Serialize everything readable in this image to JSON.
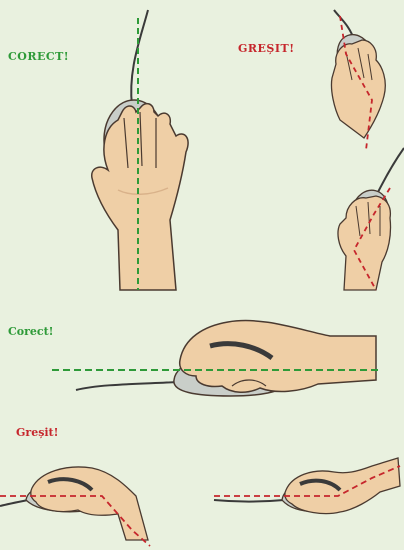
{
  "labels": {
    "top_correct": "CORECT!",
    "top_wrong": "GREȘIT!",
    "side_correct": "Corect!",
    "side_wrong": "Greșit!"
  },
  "colors": {
    "correct": "#2e9a38",
    "wrong": "#c6262c",
    "skin": "#efcfa6",
    "skin_shadow": "#d9b28a",
    "outline": "#4a3a30",
    "mouse": "#c9cec9",
    "mouse_dark": "#3a3a3a",
    "background": "#e9f1df"
  }
}
